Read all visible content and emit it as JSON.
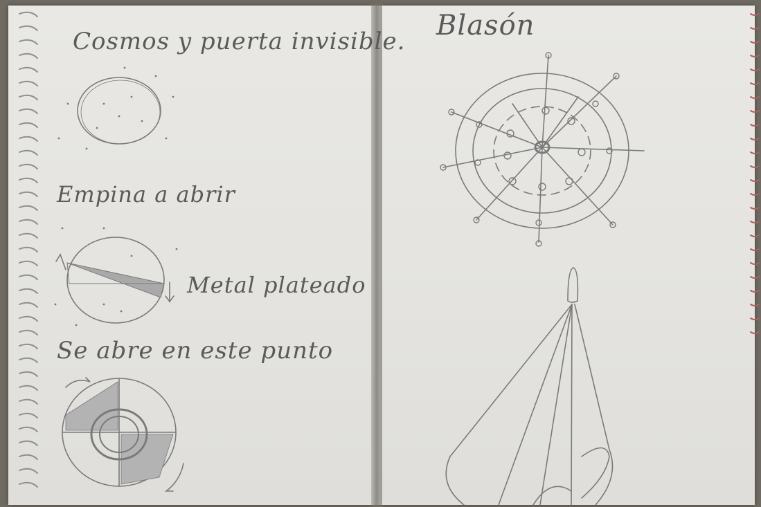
{
  "left_page": {
    "note_cosmos": "Cosmos y puerta invisible.",
    "note_empieza": "Empina a abrir",
    "note_metal": "Metal plateado",
    "note_se_abre": "Se abre en este punto"
  },
  "right_page": {
    "note_blason": "Blasón"
  },
  "colors": {
    "paper": "#e6e5e1",
    "pencil": "#6a6a6a",
    "spiral": "#9a9a9a"
  }
}
